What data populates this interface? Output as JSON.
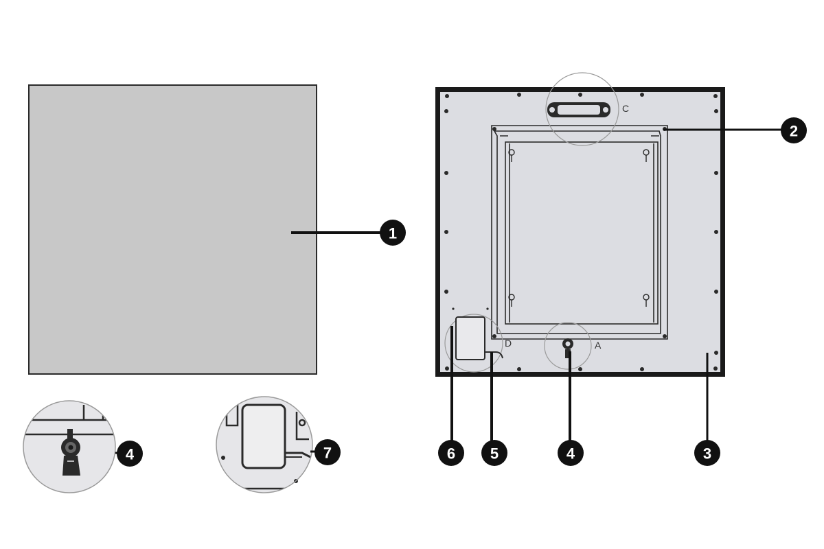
{
  "callouts": {
    "c1": "1",
    "c2": "2",
    "c3": "3",
    "c4": "4",
    "c4_zoom": "4",
    "c5": "5",
    "c6": "6",
    "c7": "7"
  },
  "detail_letters": {
    "a": "A",
    "c": "C",
    "d": "D"
  },
  "colors": {
    "front_panel": "#c8c8c8",
    "back_panel": "#dcdde2",
    "frame": "#1a1a1a",
    "callout": "#111111"
  }
}
